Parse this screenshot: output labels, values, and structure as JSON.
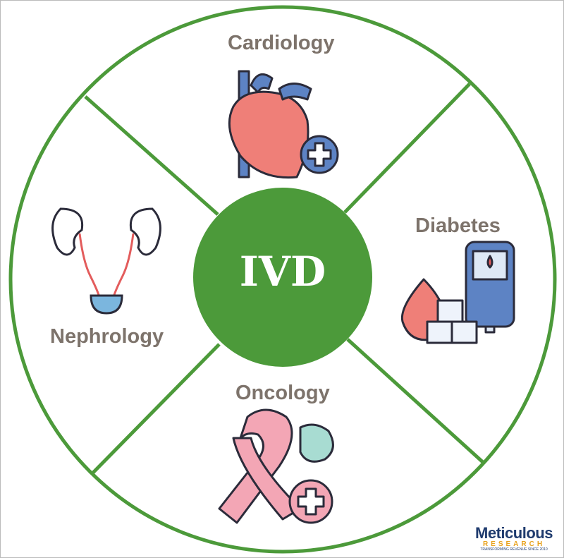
{
  "center": {
    "label": "IVD"
  },
  "segments": [
    {
      "label": "Cardiology",
      "icon": "heart-icon"
    },
    {
      "label": "Diabetes",
      "icon": "glucometer-icon"
    },
    {
      "label": "Oncology",
      "icon": "ribbon-icon"
    },
    {
      "label": "Nephrology",
      "icon": "kidney-icon"
    }
  ],
  "logo": {
    "name": "Meticulous",
    "sub": "RESEARCH",
    "tagline": "TRANSFORMING REVENUE SINCE 2010"
  },
  "colors": {
    "green": "#4c9a3a",
    "label": "#7d736b"
  }
}
